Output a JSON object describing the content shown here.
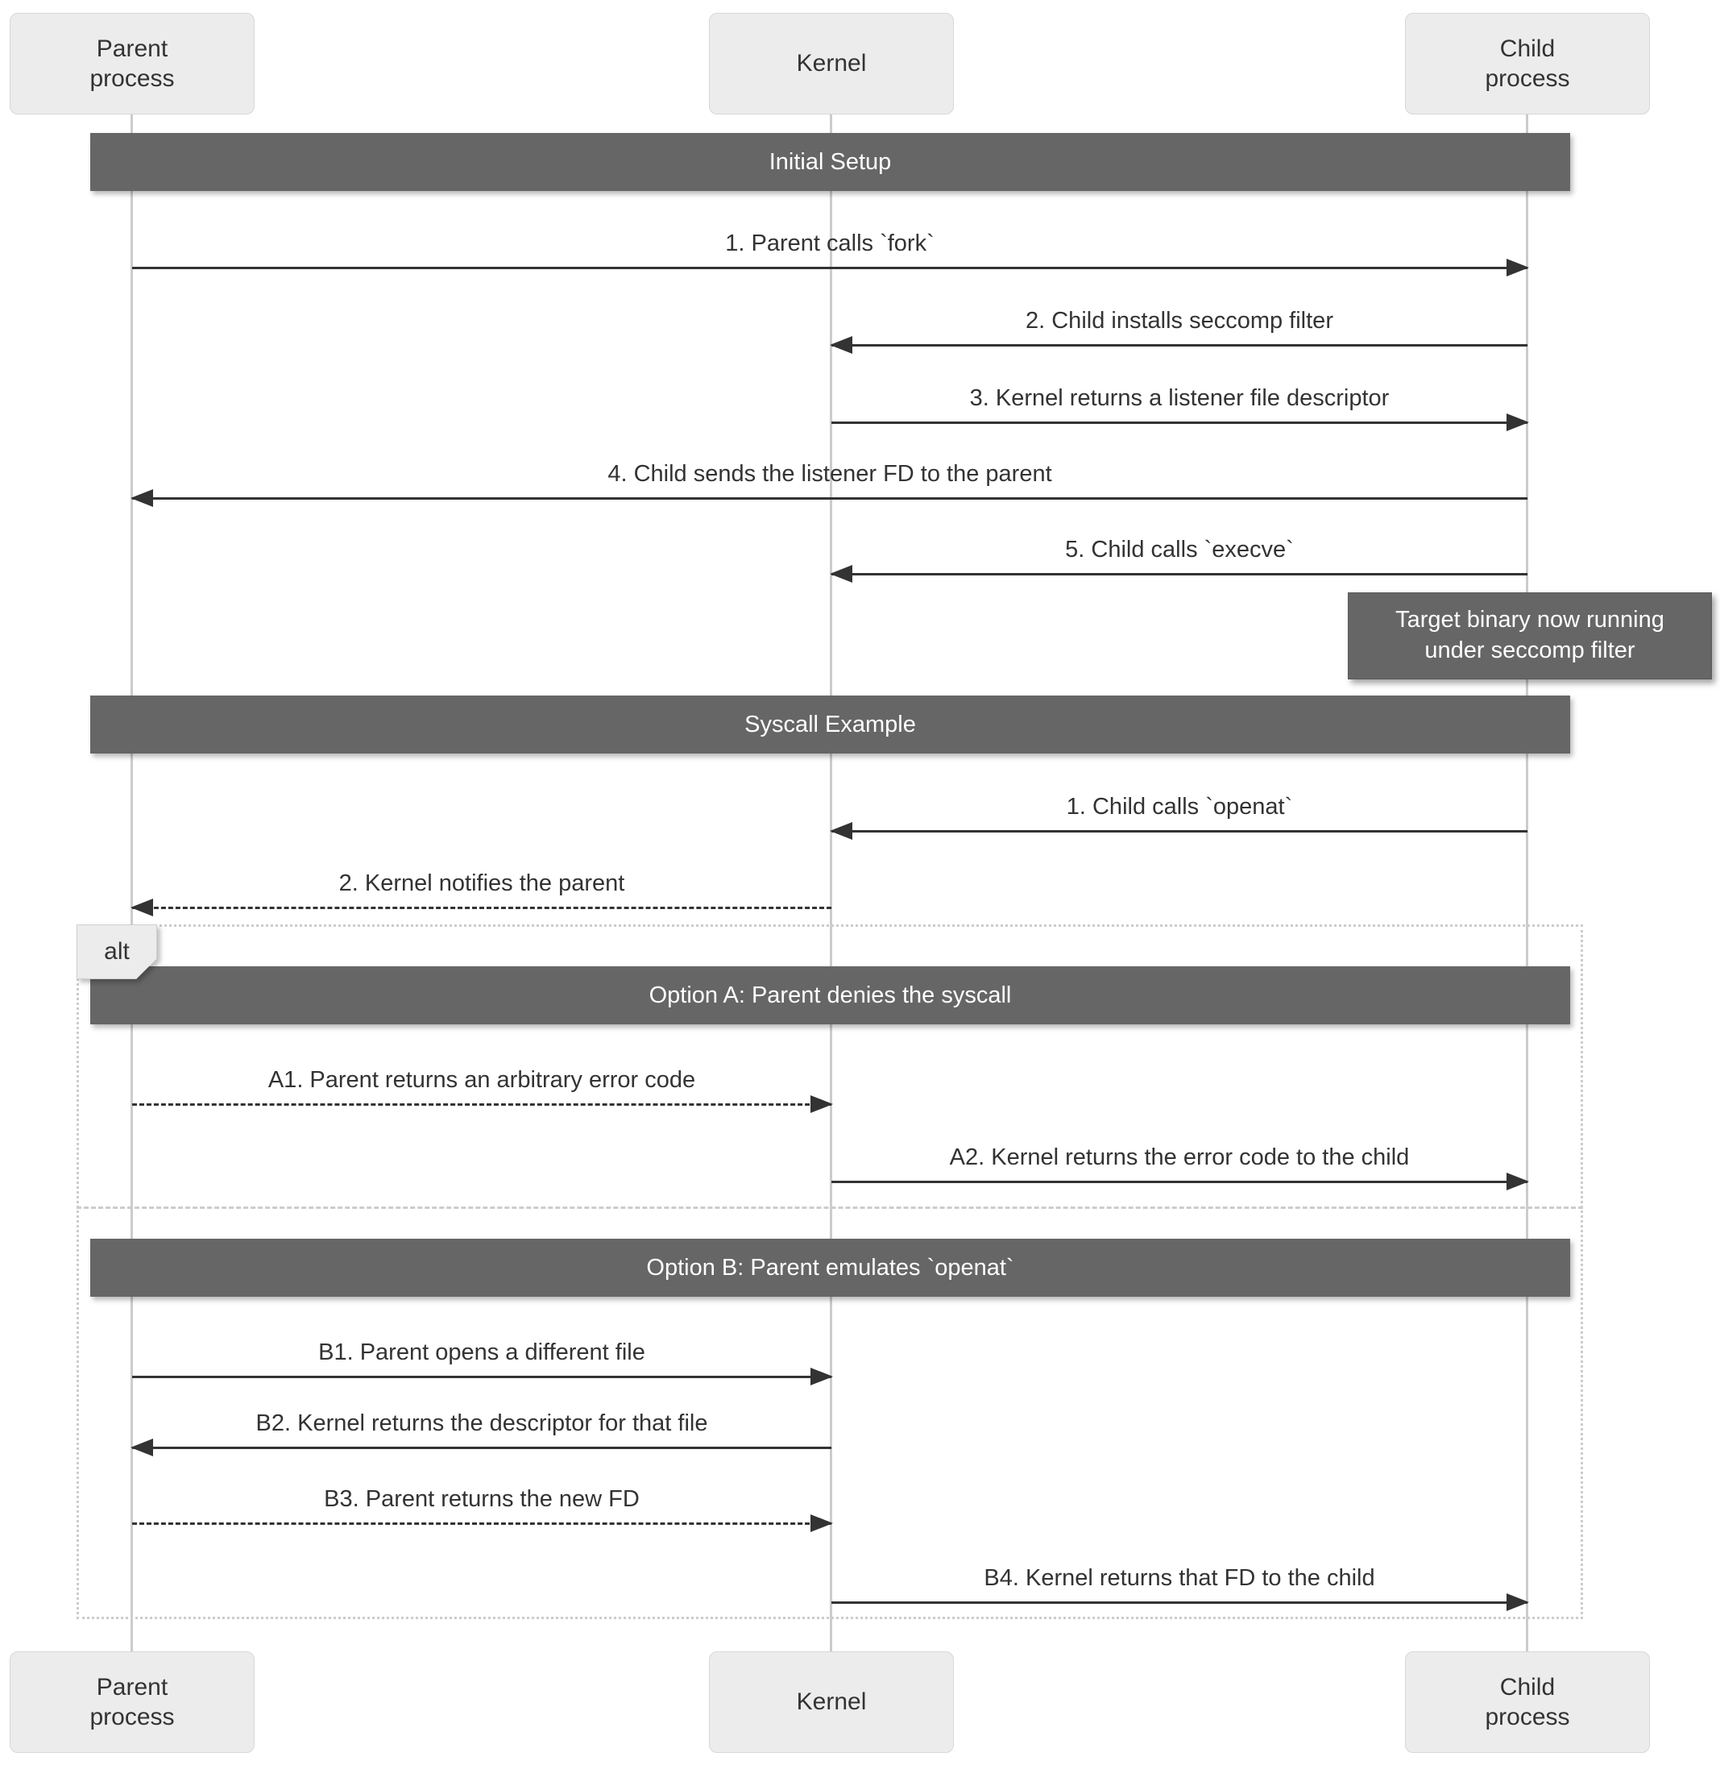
{
  "colors": {
    "section_bar_bg": "#666666",
    "section_bar_text": "#ffffff",
    "participant_box_bg": "#ececec",
    "lifeline": "#cccccc",
    "arrow": "#333333",
    "text": "#333333",
    "note_bg": "#666666",
    "alt_frame_border": "#cccccc"
  },
  "participants": {
    "parent": "Parent\nprocess",
    "kernel": "Kernel",
    "child": "Child\nprocess"
  },
  "sections": {
    "initial_setup": "Initial Setup",
    "syscall_example": "Syscall Example"
  },
  "alt": {
    "label": "alt",
    "option_a": "Option A: Parent denies the syscall",
    "option_b": "Option B: Parent emulates `openat`"
  },
  "note": "Target binary now running\nunder seccomp filter",
  "messages": {
    "setup": [
      {
        "label": "1. Parent calls `fork`"
      },
      {
        "label": "2. Child installs seccomp filter"
      },
      {
        "label": "3. Kernel returns a listener file descriptor"
      },
      {
        "label": "4. Child sends the listener FD to the parent"
      },
      {
        "label": "5. Child calls `execve`"
      }
    ],
    "syscall": [
      {
        "label": "1. Child calls `openat`"
      },
      {
        "label": "2. Kernel notifies the parent"
      }
    ],
    "option_a": [
      {
        "label": "A1. Parent returns an arbitrary error code"
      },
      {
        "label": "A2. Kernel returns the error code to the child"
      }
    ],
    "option_b": [
      {
        "label": "B1. Parent opens a different file"
      },
      {
        "label": "B2. Kernel returns the descriptor for that file"
      },
      {
        "label": "B3. Parent returns the new FD"
      },
      {
        "label": "B4. Kernel returns that FD to the child"
      }
    ]
  }
}
